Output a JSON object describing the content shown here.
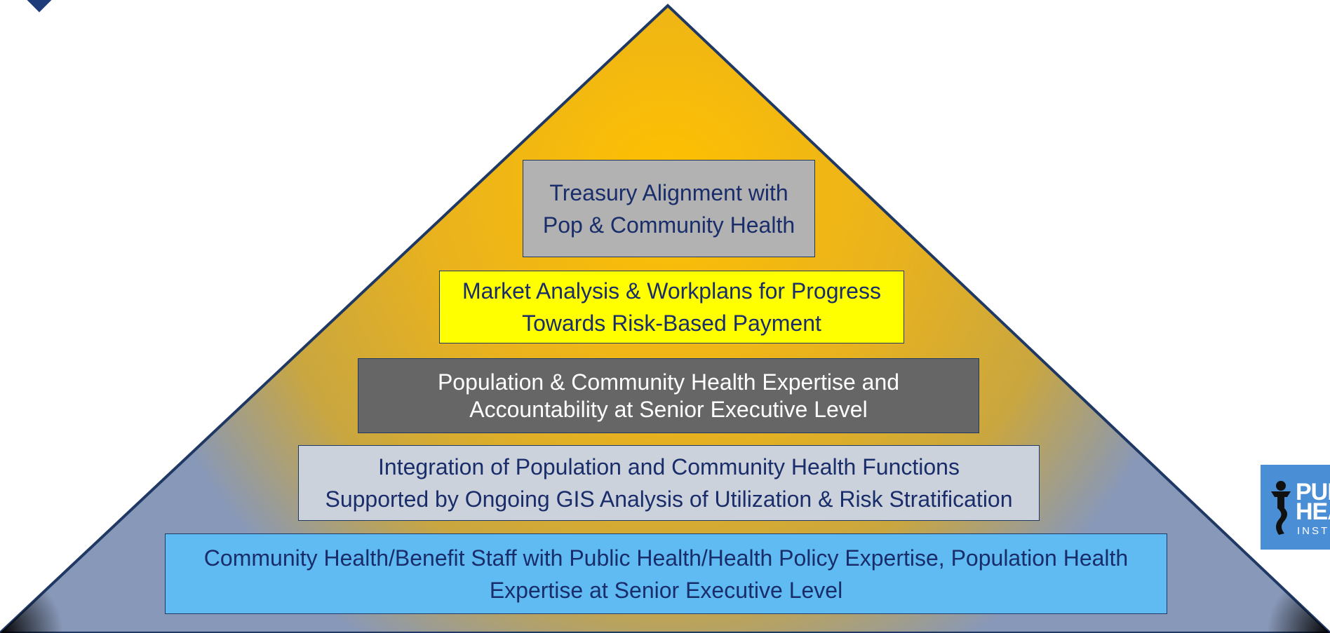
{
  "diagram": {
    "tiers": [
      {
        "line1": "Treasury Alignment  with",
        "line2": "Pop & Community Health",
        "fill": "#b2b2b2",
        "text_color": "#1a2d6b"
      },
      {
        "line1": "Market Analysis & Workplans for Progress",
        "line2": "Towards Risk-Based Payment",
        "fill": "#ffff00",
        "text_color": "#1a2d6b"
      },
      {
        "line1": "Population & Community Health Expertise and",
        "line2": "Accountability at Senior Executive Level",
        "fill": "#666666",
        "text_color": "#ffffff"
      },
      {
        "line1": "Integration of Population and Community Health Functions",
        "line2": "Supported by Ongoing GIS Analysis of Utilization & Risk Stratification",
        "fill": "#ccd2db",
        "text_color": "#1a2d6b"
      },
      {
        "line1": "Community Health/Benefit Staff with Public Health/Health Policy Expertise, Population Health",
        "line2": "Expertise at Senior Executive Level",
        "fill": "#5fbbf2",
        "text_color": "#1a2d6b"
      }
    ],
    "pyramid_colors": {
      "center": "#ffc000",
      "edge": "#c9a640",
      "base": "#8898b8",
      "outline": "#1f3864"
    }
  },
  "logo": {
    "line1": "PUBLIC",
    "line2": "HEALTH",
    "line3": "INSTITUTE",
    "background": "#4a8fd6"
  }
}
